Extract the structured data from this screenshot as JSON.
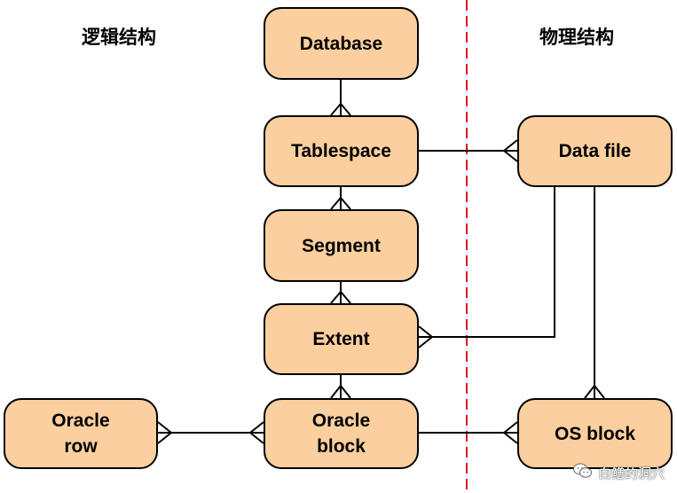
{
  "headings": {
    "logical": "逻辑结构",
    "physical": "物理结构"
  },
  "nodes": {
    "database": "Database",
    "tablespace": "Tablespace",
    "segment": "Segment",
    "extent": "Extent",
    "oracle_block": "Oracle\nblock",
    "oracle_row": "Oracle\nrow",
    "data_file": "Data file",
    "os_block": "OS block"
  },
  "watermark": {
    "text": "白鳝的洞穴",
    "icon": "wechat-icon"
  },
  "colors": {
    "node_fill": "#fbcf9e",
    "divider": "#e0161c",
    "line": "#000000"
  }
}
